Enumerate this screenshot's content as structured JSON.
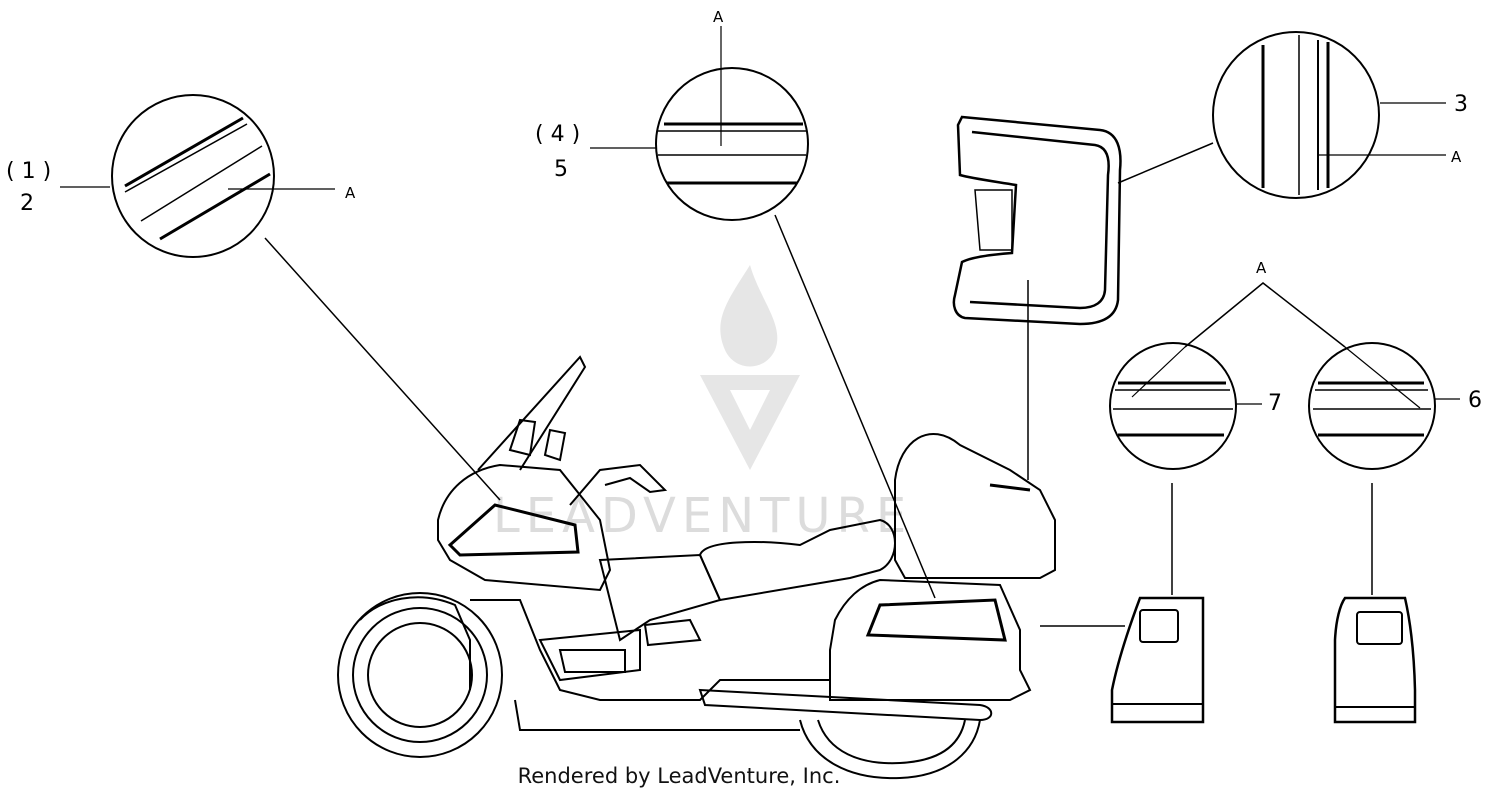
{
  "labels": {
    "callout_1": "( 1 )",
    "callout_2": "2",
    "callout_3": "3",
    "callout_4": "( 4 )",
    "callout_5": "5",
    "callout_6": "6",
    "callout_7": "7",
    "stripe_a": "A"
  },
  "watermark": "LEADVENTURE",
  "credit": "Rendered by LeadVenture, Inc.",
  "colors": {
    "line": "#000000",
    "background": "#ffffff",
    "watermark": "#dcdcdc"
  }
}
